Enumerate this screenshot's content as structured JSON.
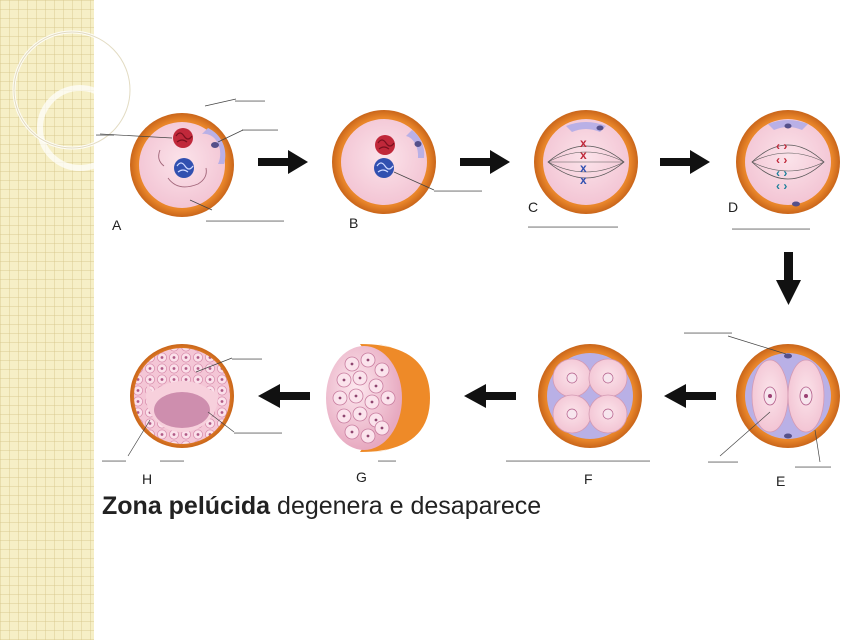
{
  "stages": [
    {
      "letter": "A"
    },
    {
      "letter": "B"
    },
    {
      "letter": "C"
    },
    {
      "letter": "D"
    },
    {
      "letter": "E"
    },
    {
      "letter": "F"
    },
    {
      "letter": "G"
    },
    {
      "letter": "H"
    }
  ],
  "caption": {
    "bold": "Zona pelúcida",
    "rest": " degenera e desaparece"
  },
  "colors": {
    "zona": "#e07a1e",
    "zona_dark": "#c96512",
    "cytoplasm": "#f7d0dc",
    "perivitelline": "#b9b0e6",
    "nucleus_red": "#c0283a",
    "nucleus_blue": "#3150b0",
    "arrow": "#111111",
    "sidebar": "#f6efc6"
  }
}
